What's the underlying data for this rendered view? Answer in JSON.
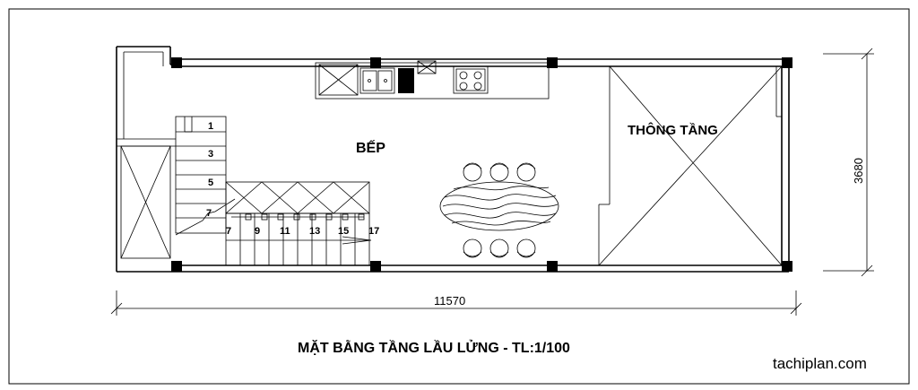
{
  "rooms": {
    "kitchen": "BẾP",
    "void": "THÔNG TẦNG"
  },
  "dimensions": {
    "width": "11570",
    "depth": "3680"
  },
  "stair_numbers": [
    "1",
    "3",
    "5",
    "7",
    "7",
    "9",
    "11",
    "13",
    "15",
    "17"
  ],
  "title": "MẶT BẰNG TẦNG LẦU LỬNG - TL:1/100",
  "watermark": "tachiplan.com"
}
